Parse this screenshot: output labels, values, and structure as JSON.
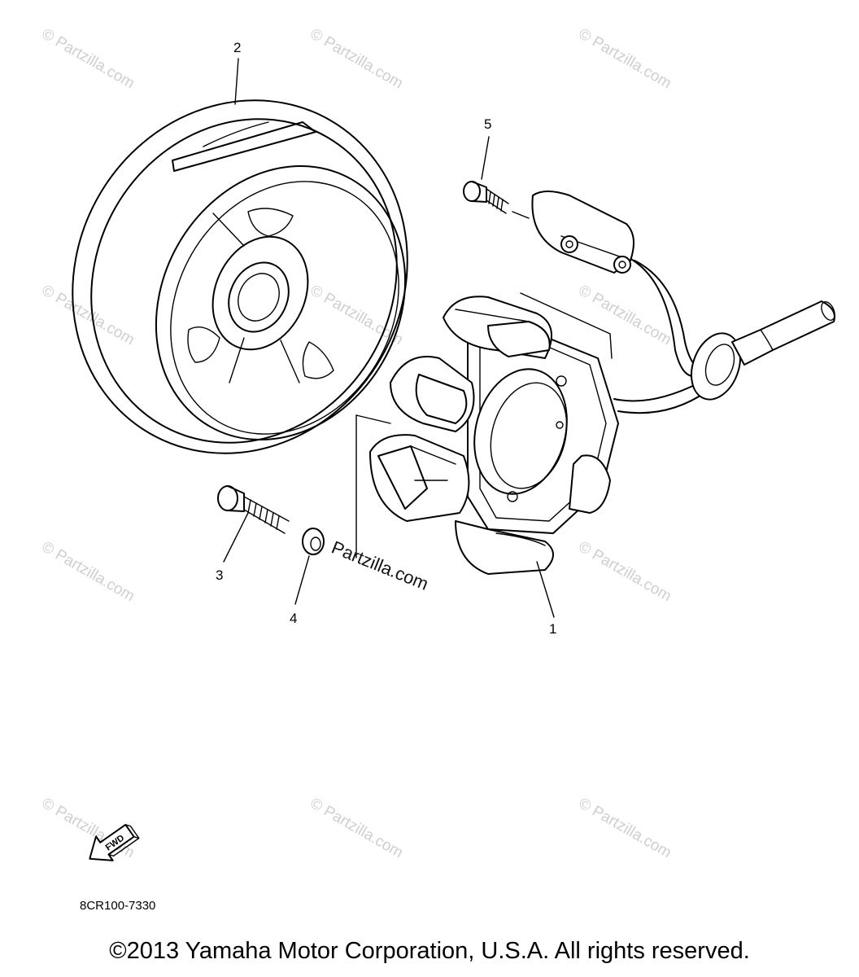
{
  "callouts": [
    {
      "id": "1",
      "label": "1"
    },
    {
      "id": "2",
      "label": "2"
    },
    {
      "id": "3",
      "label": "3"
    },
    {
      "id": "4",
      "label": "4"
    },
    {
      "id": "5",
      "label": "5"
    }
  ],
  "watermark_text": "© Partzilla.com",
  "center_watermark": "Partzilla.com",
  "fwd_label": "FWD",
  "diagram_code": "8CR100-7330",
  "copyright": "©2013 Yamaha Motor Corporation, U.S.A. All rights reserved."
}
